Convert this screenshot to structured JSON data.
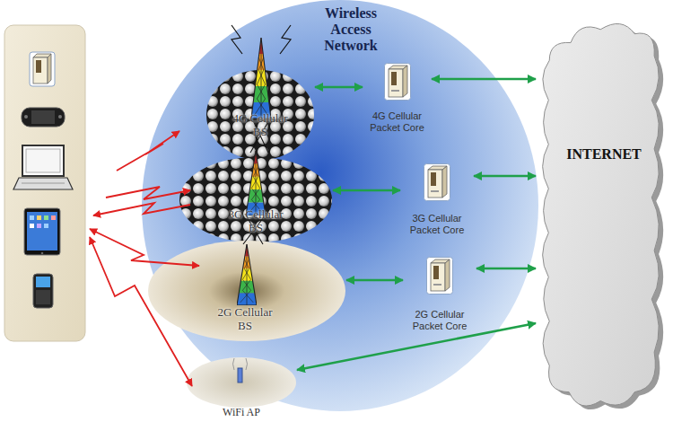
{
  "diagram": {
    "nodes": [
      {
        "text": [
          "Wireless Access Network"
        ]
      },
      {
        "text": [
          "4G Cellular BS"
        ],
        "in": 0
      },
      {
        "text": [
          "3G Cellular BS"
        ],
        "in": 0
      },
      {
        "text": [
          "2G Cellular BS"
        ],
        "in": 0
      },
      {
        "text": [
          "WiFi AP"
        ]
      },
      {
        "text": [
          "4G Cellular Packet Core"
        ],
        "in": 0
      },
      {
        "text": [
          "3G Cellular Packet Core"
        ],
        "in": 0
      },
      {
        "text": [
          "2G Cellular Packet Core"
        ],
        "in": 0
      },
      {
        "text": [
          "INTERNET"
        ]
      }
    ],
    "edges": [
      {
        "from": 1,
        "to": 5,
        "arrow": "both"
      },
      {
        "from": 5,
        "to": 8,
        "arrow": "both"
      },
      {
        "from": 2,
        "to": 6,
        "arrow": "both"
      },
      {
        "from": 6,
        "to": 8,
        "arrow": "both"
      },
      {
        "from": 3,
        "to": 7,
        "arrow": "both"
      },
      {
        "from": 7,
        "to": 8,
        "arrow": "both"
      },
      {
        "from": 4,
        "to": 8,
        "arrow": "both"
      }
    ]
  }
}
